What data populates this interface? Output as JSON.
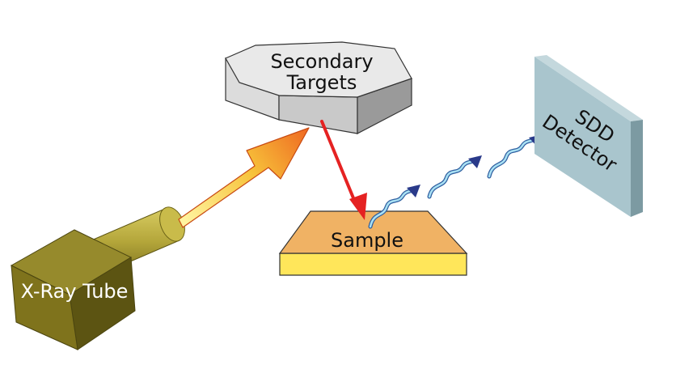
{
  "labels": {
    "secondary_targets_line1": "Secondary",
    "secondary_targets_line2": "Targets",
    "sample": "Sample",
    "xray_tube": "X-Ray Tube",
    "detector_line1": "SDD",
    "detector_line2": "Detector"
  },
  "colors": {
    "tube_box_front": "#7f731c",
    "tube_box_top": "#968a2c",
    "tube_box_side": "#5c5412",
    "tube_barrel": "#b4a63a",
    "target_top": "#e9e9e9",
    "target_side": "#c9c9c9",
    "target_side_dark": "#9a9a9a",
    "sample_top": "#f0b264",
    "sample_base": "#ffe65a",
    "detector_face": "#a9c5cd",
    "detector_side": "#7c9aa2",
    "beam_arrow": "#f08a2a",
    "reflected_arrow": "#e52222",
    "fluorescence_wave": "#8ad0ec",
    "fluorescence_head": "#2a3a8a"
  }
}
